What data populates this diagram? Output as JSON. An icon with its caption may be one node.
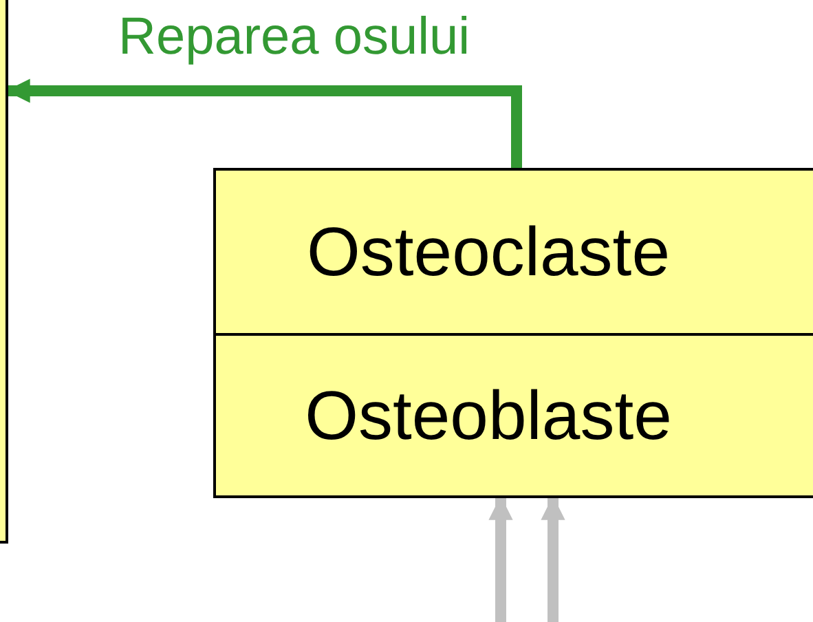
{
  "diagram": {
    "nodes": [
      {
        "text": [],
        "shape": "box"
      },
      {
        "text": [
          "Osteoclaste"
        ]
      },
      {
        "text": [
          "Osteoblaste"
        ]
      }
    ],
    "edges": [
      {
        "from": 1,
        "to": 0,
        "arrow": "to",
        "label": "Reparea osului",
        "color": "#339933"
      },
      {
        "from": null,
        "to": 2,
        "arrow": "to",
        "color": "#c0c0c0"
      },
      {
        "from": null,
        "to": 2,
        "arrow": "to",
        "color": "#c0c0c0"
      }
    ]
  }
}
